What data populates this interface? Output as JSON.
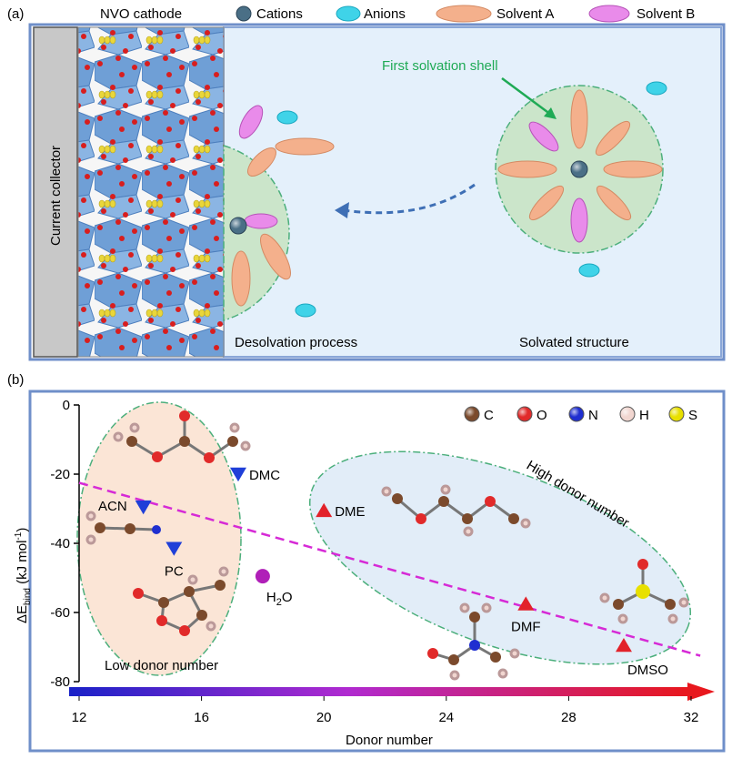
{
  "panel_a": {
    "label": "(a)",
    "legend": {
      "cathode": "NVO cathode",
      "cations": "Cations",
      "anions": "Anions",
      "solvent_a": "Solvent A",
      "solvent_b": "Solvent B"
    },
    "current_collector": "Current collector",
    "first_solvation_shell": "First solvation shell",
    "desolvation": "Desolvation process",
    "solvated": "Solvated structure",
    "colors": {
      "cation": "#4a6f86",
      "anion": "#3fd3e8",
      "solvent_a": "#f4b08c",
      "solvent_b": "#e98bea",
      "shell": "#b8ddb0",
      "electrolyte": "#e4f0fb",
      "frame": "#6f8fc9"
    }
  },
  "panel_b": {
    "label": "(b)",
    "xlabel": "Donor number",
    "ylabel_main": "ΔE",
    "ylabel_sub": "bind",
    "ylabel_unit": " (kJ mol",
    "ylabel_sup": "-1",
    "ylabel_end": ")",
    "low_label": "Low donor number",
    "high_label": "High donor number",
    "atom_legend": [
      "C",
      "O",
      "N",
      "H",
      "S"
    ],
    "atom_colors": [
      "#7b4a2c",
      "#e12a2a",
      "#1f2fd0",
      "#f1d6d0",
      "#e8e000"
    ]
  },
  "chart_data": {
    "type": "scatter",
    "xlabel": "Donor number",
    "ylabel": "ΔEbind (kJ mol-1)",
    "xlim": [
      12,
      32
    ],
    "ylim": [
      -80,
      0
    ],
    "xticks": [
      12,
      16,
      20,
      24,
      28,
      32
    ],
    "yticks": [
      0,
      -20,
      -40,
      -60,
      -80
    ],
    "points": [
      {
        "name": "DMC",
        "x": 17.2,
        "y": -20,
        "marker": "triangle-down",
        "color": "#1f3fd8"
      },
      {
        "name": "ACN",
        "x": 14.1,
        "y": -29.5,
        "marker": "triangle-down",
        "color": "#1f3fd8"
      },
      {
        "name": "PC",
        "x": 15.1,
        "y": -41.5,
        "marker": "triangle-down",
        "color": "#1f3fd8"
      },
      {
        "name": "H2O",
        "x": 18.0,
        "y": -49.5,
        "marker": "circle",
        "color": "#b01fb8"
      },
      {
        "name": "DME",
        "x": 20.0,
        "y": -30.5,
        "marker": "triangle-up",
        "color": "#e2222a"
      },
      {
        "name": "DMF",
        "x": 26.6,
        "y": -57.5,
        "marker": "triangle-up",
        "color": "#e2222a"
      },
      {
        "name": "DMSO",
        "x": 29.8,
        "y": -69.5,
        "marker": "triangle-up",
        "color": "#e2222a"
      }
    ],
    "trend_line": {
      "x": [
        12,
        32.3
      ],
      "y": [
        -22.5,
        -72.5
      ],
      "style": "dashed",
      "color": "#d62ad6"
    }
  }
}
